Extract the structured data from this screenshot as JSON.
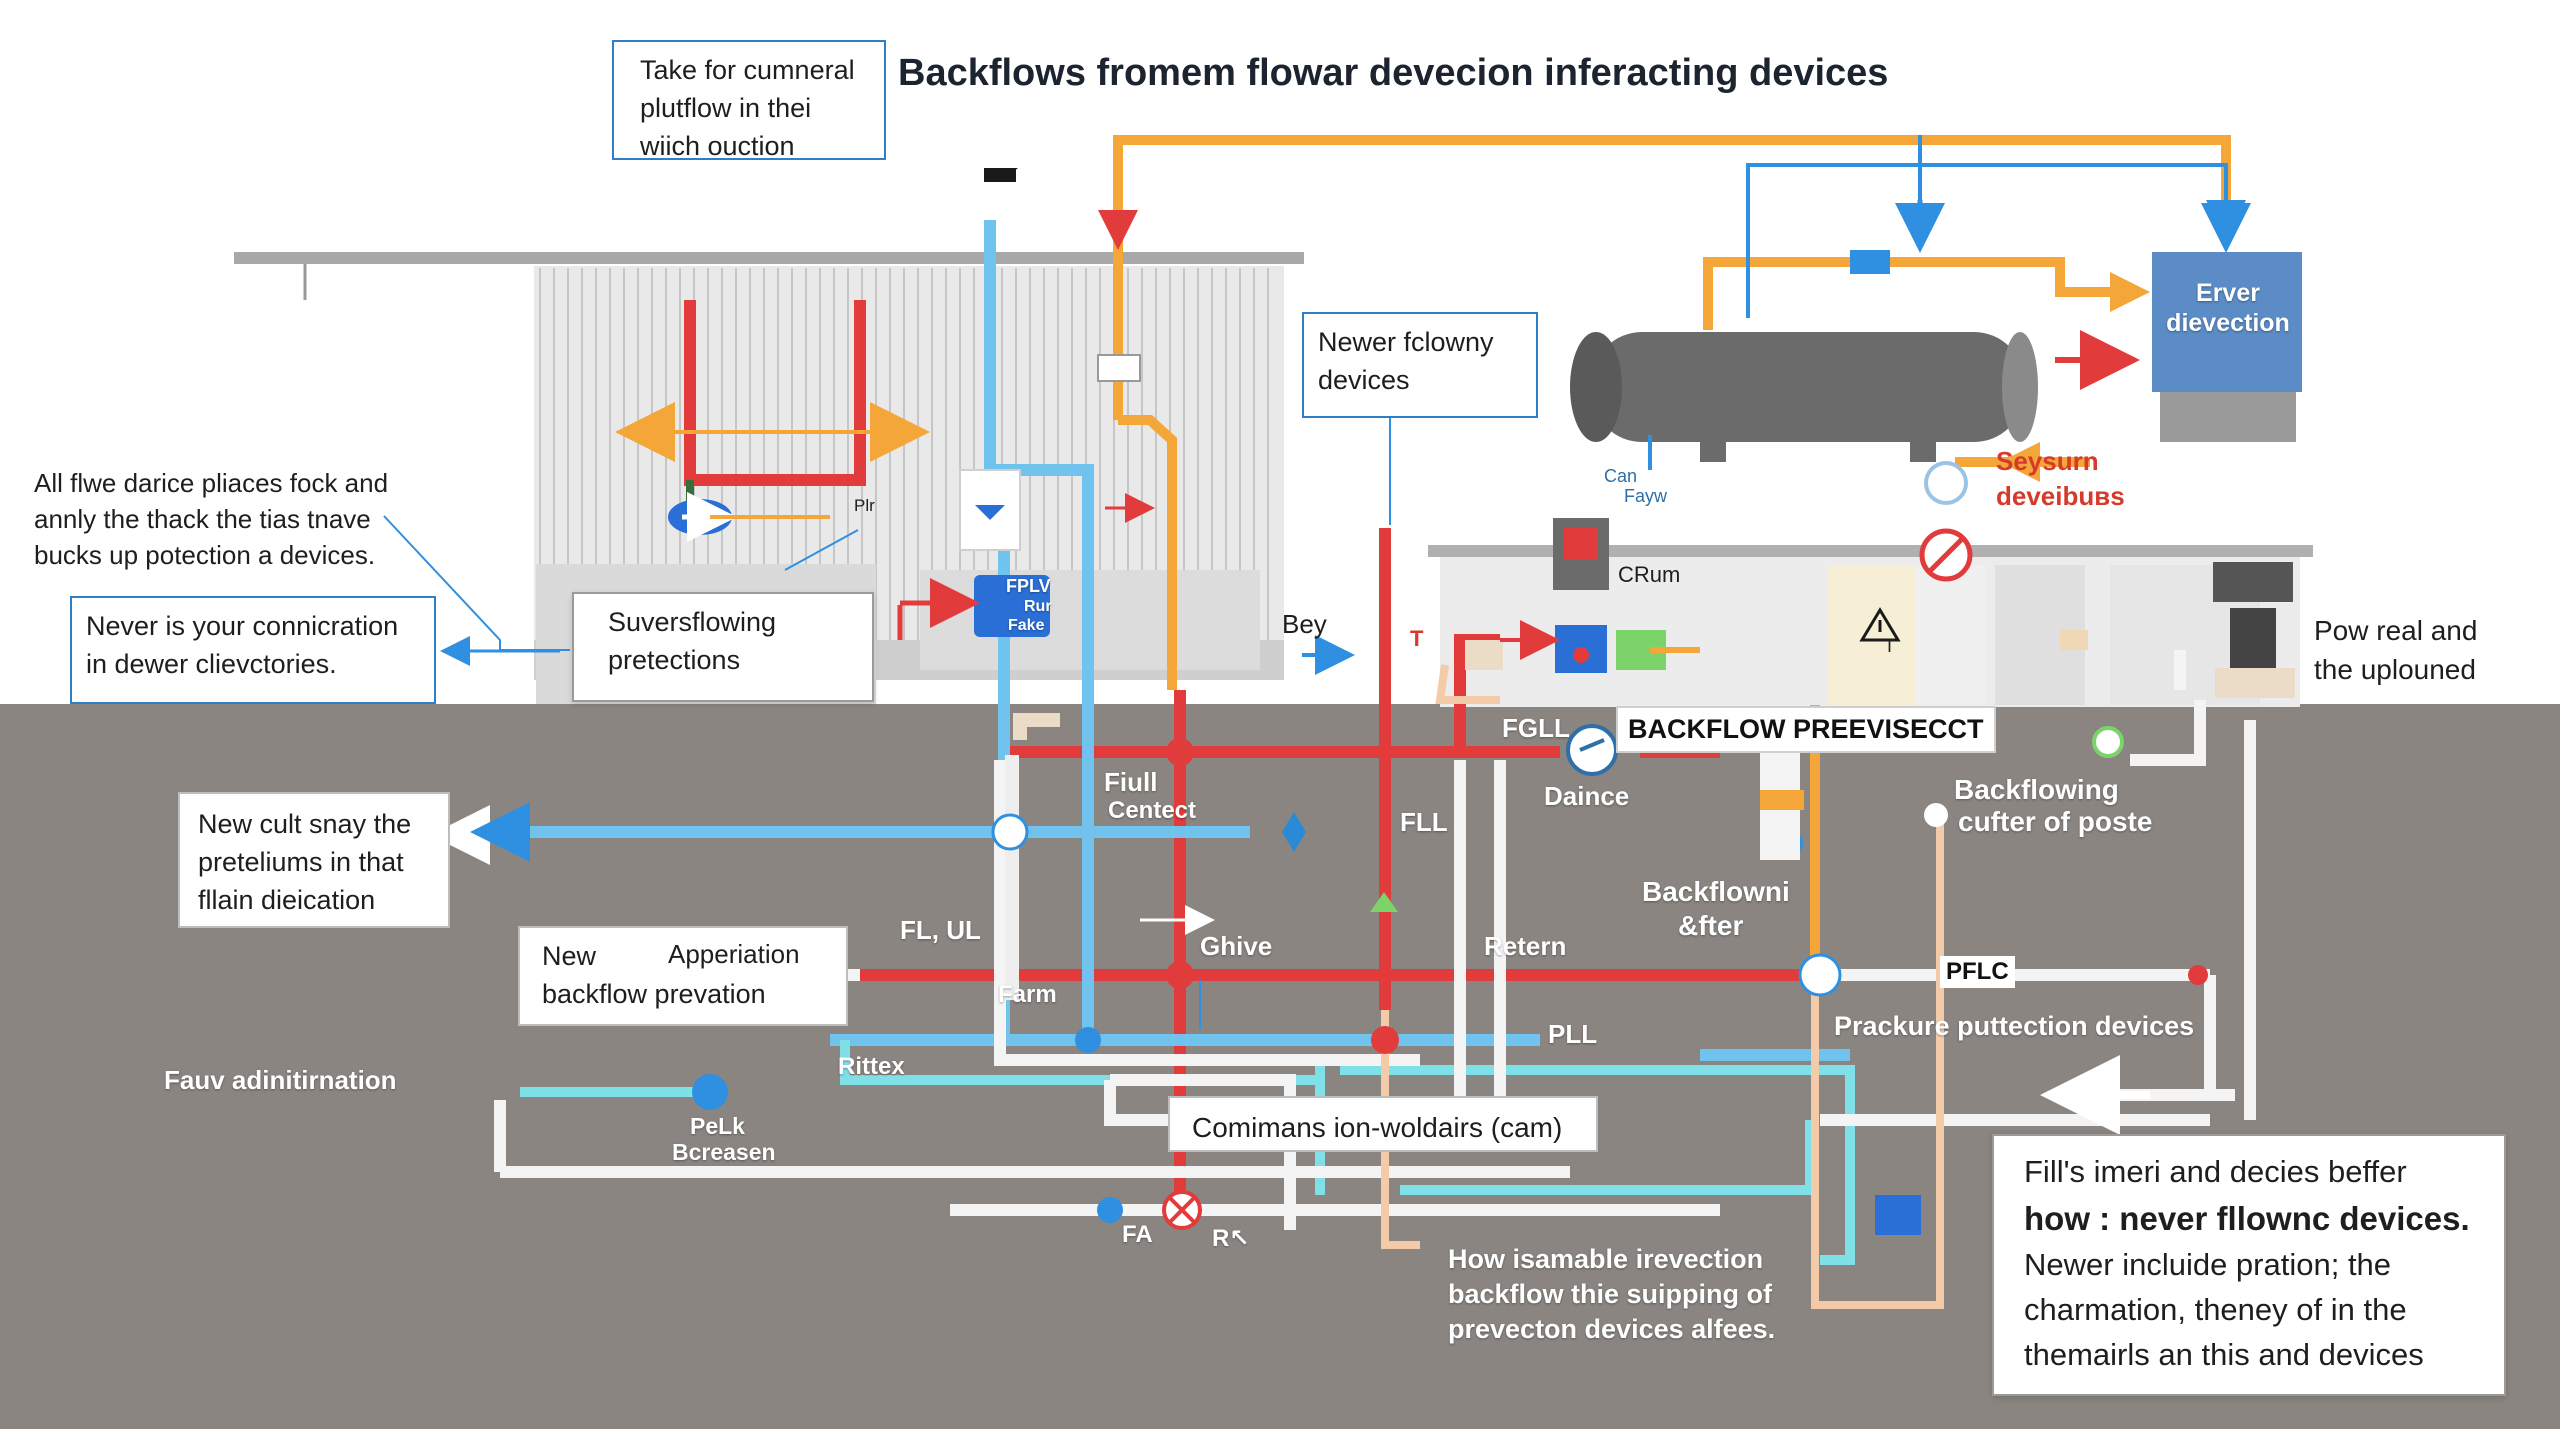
{
  "title": "Backflows fromem flowar devecion  inferacting devices",
  "top_note": [
    "Take for cumneral",
    "plutflow in thei",
    "wiich ouction"
  ],
  "left_note_1": [
    "All flwe darice pliaces fock and",
    "annly the thack the tias tnave",
    "bucks up potection a devices."
  ],
  "left_box_1": [
    "Never is your connicration",
    "in dewer clievctories."
  ],
  "center_box_1": [
    "Suversflowing",
    "pretections"
  ],
  "center_box_2": [
    "Newer fclowny",
    "devices"
  ],
  "left_box_2": [
    "New cult snay the",
    "preteliums in that",
    "fllain dieication"
  ],
  "left_box_3": [
    "New",
    "backflow prevation"
  ],
  "left_box_3_right": "Apperiation",
  "bottom_right_box": [
    "Fill's imeri and decies beffer",
    "how : never fllownc devices.",
    "Newer incluide pration; the",
    "charmation, theney of in the",
    "themairls an this and devices"
  ],
  "server_box": [
    "Erver",
    "dievection"
  ],
  "red_label": [
    "Seysurn",
    "deveibuʙs"
  ],
  "right_note": [
    "Pow real and",
    "the uplouned"
  ],
  "backflow_tag": "BACKFLOW PREEVISECCT",
  "pflc_tag": "PFLC",
  "comm_box": "Comimans ion-woldairs (cam)",
  "bottom_center": [
    "How isamable irevection",
    "backflow thie suipping of",
    "prevecton devices alfees."
  ],
  "labels": {
    "fpl": "FPLV",
    "rur": "Rur",
    "fake": "Fake",
    "plr": "Plr",
    "bey": "Bey",
    "t": "T",
    "crum": "CRum",
    "can": "Can",
    "fayw": "Fayw",
    "fgll": "FGLL",
    "daince": "Daince",
    "fiull": "Fiull",
    "centect": "Centect",
    "fll": "FLL",
    "flul": "FL, UL",
    "ghive": "Ghive",
    "farm": "Farm",
    "retern": "Retern",
    "backflowni": "Backflowni",
    "after": "&fter",
    "backflowing": "Backflowing",
    "cufter": "cufter of poste",
    "prackure": "Prackure puttection devices",
    "pll": "PLL",
    "rittex": "Rittex",
    "fauv": "Fauv adinitirnation",
    "pelk": "PeLk",
    "bcreasen": "Bcreasen",
    "fa": "FA",
    "rk": "R↖",
    "tsign": "T"
  },
  "colors": {
    "ground": "#8a8580",
    "pipe_red": "#e23b3b",
    "pipe_blue": "#6fc3ec",
    "pipe_cyan": "#7fe0e8",
    "pipe_orange": "#f4a638",
    "pipe_white": "#f4f4f4",
    "pipe_peach": "#f3cba9",
    "device_blue": "#2a6fd6",
    "server_blue": "#5b8cc6"
  }
}
